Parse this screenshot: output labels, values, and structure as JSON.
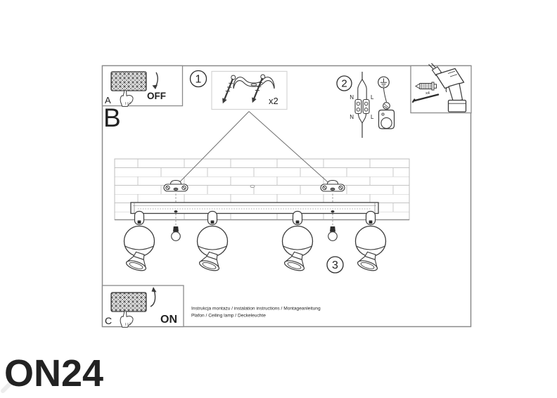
{
  "watermark": {
    "text": "ON24"
  },
  "panel_a": {
    "label": "A",
    "action": "OFF"
  },
  "section": {
    "label": "B"
  },
  "steps": {
    "one": {
      "number": "1",
      "quantity": "x2"
    },
    "two": {
      "number": "2",
      "wire": {
        "top_left": "N",
        "top_right": "L",
        "bottom_left": "N",
        "bottom_right": "L"
      }
    },
    "three": {
      "number": "3"
    }
  },
  "toolbox": {
    "anchor_quantity": "x4"
  },
  "panel_c": {
    "label": "C",
    "action": "ON"
  },
  "footer": {
    "line1": "Instrukcja montażu / instalation instructions / Montageanleitung",
    "line2": "Plafon / Ceiling lamp / Deckeleuchte"
  },
  "colors": {
    "line": "#3a3a3a",
    "frame_border": "#8a8a8a",
    "parts_box_border": "#d4d4d4",
    "brick_line": "#c4c4c4",
    "muted_text": "#7d7d7d",
    "watermark": "#ececec"
  }
}
